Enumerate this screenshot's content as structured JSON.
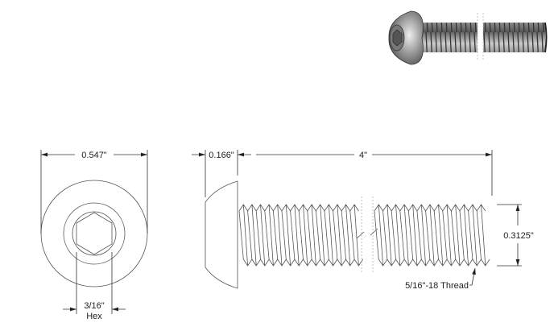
{
  "drawing": {
    "head_diameter_label": "0.547\"",
    "head_height_label": "0.166\"",
    "length_label": "4\"",
    "thread_diameter_label": "0.3125\"",
    "hex_size_label": "3/16\"",
    "hex_label": "Hex",
    "thread_callout": "5/16\"-18 Thread"
  },
  "colors": {
    "line": "#555555",
    "text": "#222222",
    "render_metal": "#8a8a8a"
  }
}
